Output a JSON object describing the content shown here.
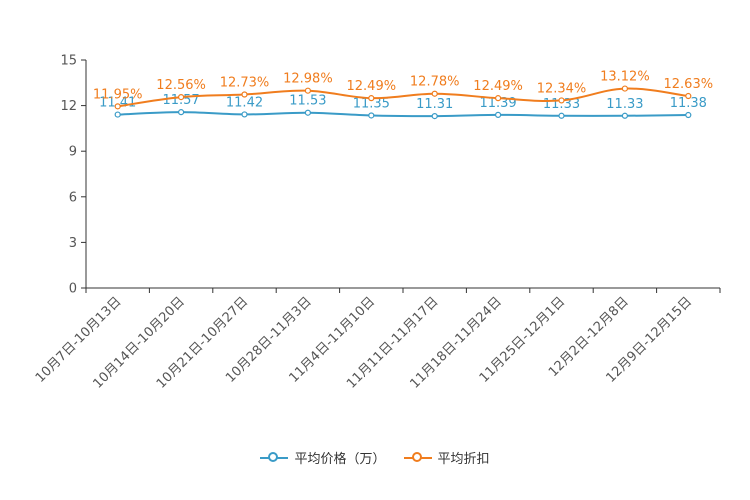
{
  "chart_data": {
    "type": "line",
    "categories": [
      "10月7日-10月13日",
      "10月14日-10月20日",
      "10月21日-10月27日",
      "10月28日-11月3日",
      "11月4日-11月10日",
      "11月11日-11月17日",
      "11月18日-11月24日",
      "11月25日-12月1日",
      "12月2日-12月8日",
      "12月9日-12月15日"
    ],
    "ylim": [
      0,
      15
    ],
    "yticks": [
      0,
      3,
      6,
      9,
      12,
      15
    ],
    "series": [
      {
        "name": "平均价格（万）",
        "color": "#3a9bc7",
        "values": [
          11.41,
          11.57,
          11.42,
          11.53,
          11.35,
          11.31,
          11.39,
          11.33,
          11.33,
          11.38
        ],
        "labels": [
          "11.41",
          "11.57",
          "11.42",
          "11.53",
          "11.35",
          "11.31",
          "11.39",
          "11.33",
          "11.33",
          "11.38"
        ]
      },
      {
        "name": "平均折扣",
        "color": "#f07d1e",
        "values": [
          11.95,
          12.56,
          12.73,
          12.98,
          12.49,
          12.78,
          12.49,
          12.34,
          13.12,
          12.63
        ],
        "labels": [
          "11.95%",
          "12.56%",
          "12.73%",
          "12.98%",
          "12.49%",
          "12.78%",
          "12.49%",
          "12.34%",
          "13.12%",
          "12.63%"
        ]
      }
    ],
    "legend_position": "bottom"
  }
}
